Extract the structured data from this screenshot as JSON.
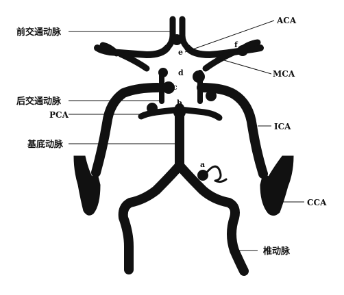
{
  "labels": {
    "left": {
      "anterior_communicating": "前交通动脉",
      "posterior_communicating": "后交通动脉",
      "pca": "PCA",
      "basilar": "基底动脉"
    },
    "right": {
      "aca": "ACA",
      "mca": "MCA",
      "ica": "ICA",
      "cca": "CCA",
      "vertebral": "椎动脉"
    },
    "points": {
      "a": "a",
      "b": "b",
      "c": "c",
      "d": "d",
      "e": "e",
      "f": "f"
    }
  },
  "colors": {
    "vessel": "#111111",
    "background": "#ffffff"
  }
}
